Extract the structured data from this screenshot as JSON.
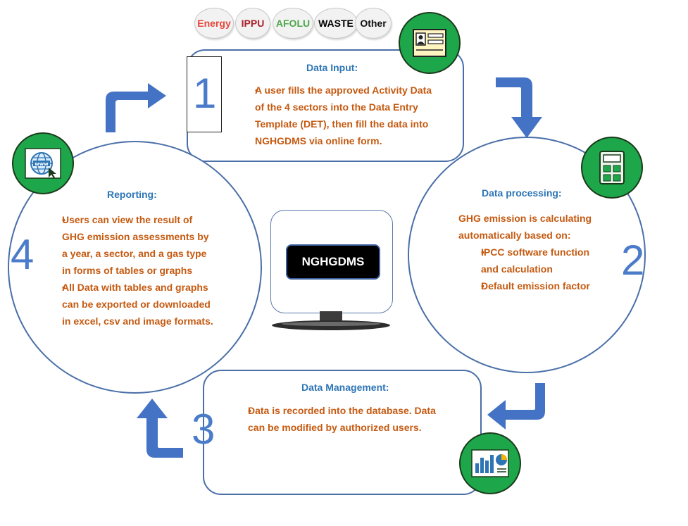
{
  "sectors": [
    "Energy",
    "IPPU",
    "AFOLU",
    "WASTE",
    "Other"
  ],
  "colors": {
    "energy": "#e8453c",
    "ippu": "#a8222b",
    "afolu": "#4ea84a",
    "waste": "#000000",
    "other": "#111111",
    "title_blue": "#2e75b6",
    "body_orange": "#c55a11",
    "border_blue": "#4a6fa8",
    "arrow_blue": "#4472c4",
    "icon_green": "#1ea64b"
  },
  "step1": {
    "number": "1",
    "title": "Data Input:",
    "bullets": [
      "A user fills the approved Activity Data of the 4 sectors into the Data Entry Template (DET), then fill the data into NGHGDMS  via online form."
    ]
  },
  "step2": {
    "number": "2",
    "title": "Data processing:",
    "intro": "GHG emission  is calculating automatically based on:",
    "bullets": [
      "IPCC software function and calculation",
      "Default emission factor"
    ]
  },
  "step3": {
    "number": "3",
    "title": "Data Management:",
    "bullets": [
      "Data is recorded into the database. Data can be modified by authorized users."
    ]
  },
  "step4": {
    "number": "4",
    "title": "Reporting:",
    "bullets": [
      "Users can view the result of GHG emission  assessments by a year, a sector, and a gas type in forms of tables or graphs",
      "All Data with tables and graphs can be exported or downloaded   in excel, csv and image formats."
    ]
  },
  "center": {
    "label": "NGHGDMS"
  },
  "icons": {
    "step1": "id-card-icon",
    "step2": "calculator-icon",
    "step3": "chart-report-icon",
    "step4": "www-globe-icon"
  }
}
